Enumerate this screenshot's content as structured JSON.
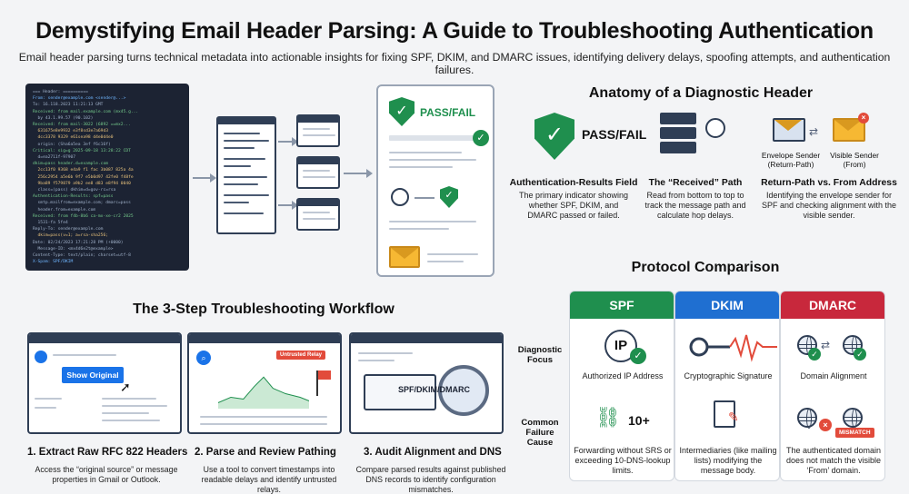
{
  "title": "Demystifying Email Header Parsing: A Guide to Troubleshooting Authentication",
  "subtitle": "Email header parsing turns technical metadata into actionable insights for fixing SPF, DKIM, and DMARC issues, identifying delivery delays, spoofing attempts, and authentication failures.",
  "hero": {
    "pass_fail_label": "PASS/FAIL",
    "code_lines": [
      "=== Header: ==========",
      "From: sender@example.com <sender@...>",
      "To: 16.118.2023 11:21:13 GMT",
      "Received: from mail.example.com (mx45.g...",
      "  by 43.1.99.57 (90.102)",
      "Received: from mail-3022 (6892 ==mx2...",
      "  631675e8e9932 e3f8sd3e7a69d3",
      "  dcc3378 9329 e61sea98 d4e0d4e0",
      "  origin: (Sha6a5ea 3ef f6c16f)",
      "Critical: sig=g 2025-09-18 13:28:22 CDT",
      "  d=ea2711f-97907",
      "dkim=pass header.d=example.com",
      "  2cc13f0 9368 e4a9 f1 fac 3b087 825a 4a",
      "  256c2954 a5e6b 9f7 e5b0d97 42fe0 f48fe",
      "  9ba89 f579879 a9b2 ee8 d83 e8f94 0040",
      "  class=(pass) dkhim=d=gov-rc=rsa",
      "Authentication-Results: spf=pass",
      "  smtp.mailfrom=example.com; dmarc=pass",
      "  header.from=example.com",
      "Received: from f4b-8b6 ca-mx-xe-cr2 2025",
      "  1531-fa 5fe4",
      "Reply-To: sender@example.com",
      "  dkim=pass(v=1; a=rsa-sha256;",
      "Date: 02/24/2023 17:21:28 PM (+0000)",
      "  Message-ID: <mx4d6e2t@example>",
      "Content-Type: text/plain; charset=utf-8",
      "X-Spam: SPF/DKIM"
    ]
  },
  "anatomy": {
    "heading": "Anatomy of a Diagnostic Header",
    "pass_fail_label": "PASS/FAIL",
    "envelope_sender_label": "Envelope Sender (Return-Path)",
    "visible_sender_label": "Visible Sender (From)",
    "cards": [
      {
        "title": "Authentication-Results Field",
        "text": "The primary indicator showing whether SPF, DKIM, and DMARC passed or failed."
      },
      {
        "title": "The “Received” Path",
        "text": "Read from bottom to top to track the message path and calculate hop delays."
      },
      {
        "title": "Return-Path vs. From Address",
        "text": "Identifying the envelope sender for SPF and checking alignment with the visible sender."
      }
    ]
  },
  "workflow": {
    "heading": "The 3-Step Troubleshooting Workflow",
    "show_original_label": "Show Original",
    "untrusted_relay_label": "Untrusted Relay",
    "spf_dkim_dmarc_label": "SPF/DKIM/DMARC",
    "steps": [
      {
        "title": "1. Extract Raw RFC 822 Headers",
        "text": "Access the “original source” or message properties in Gmail or Outlook."
      },
      {
        "title": "2. Parse and Review Pathing",
        "text": "Use a tool to convert timestamps into readable delays and identify untrusted relays."
      },
      {
        "title": "3. Audit Alignment and DNS",
        "text": "Compare parsed results against published DNS records to identify configuration mismatches."
      }
    ]
  },
  "protocols": {
    "heading": "Protocol Comparison",
    "row_focus": "Diagnostic Focus",
    "row_failure": "Common Failure Cause",
    "ip_label": "IP",
    "ten_plus_label": "10+",
    "mismatch_label": "MISMATCH",
    "cards": [
      {
        "name": "SPF",
        "color": "#1f8f4e",
        "focus": "Authorized IP Address",
        "failure": "Forwarding without SRS or exceeding 10-DNS-lookup limits."
      },
      {
        "name": "DKIM",
        "color": "#1f6fd1",
        "focus": "Cryptographic Signature",
        "failure": "Intermediaries (like mailing lists) modifying the message body."
      },
      {
        "name": "DMARC",
        "color": "#c8283c",
        "focus": "Domain Alignment",
        "failure": "The authenticated domain does not match the visible ‘From’ domain."
      }
    ]
  },
  "colors": {
    "green": "#1f8f4e",
    "blue": "#1f6fd1",
    "red": "#c8283c",
    "navy": "#2f3e55",
    "amber": "#f6b833"
  }
}
